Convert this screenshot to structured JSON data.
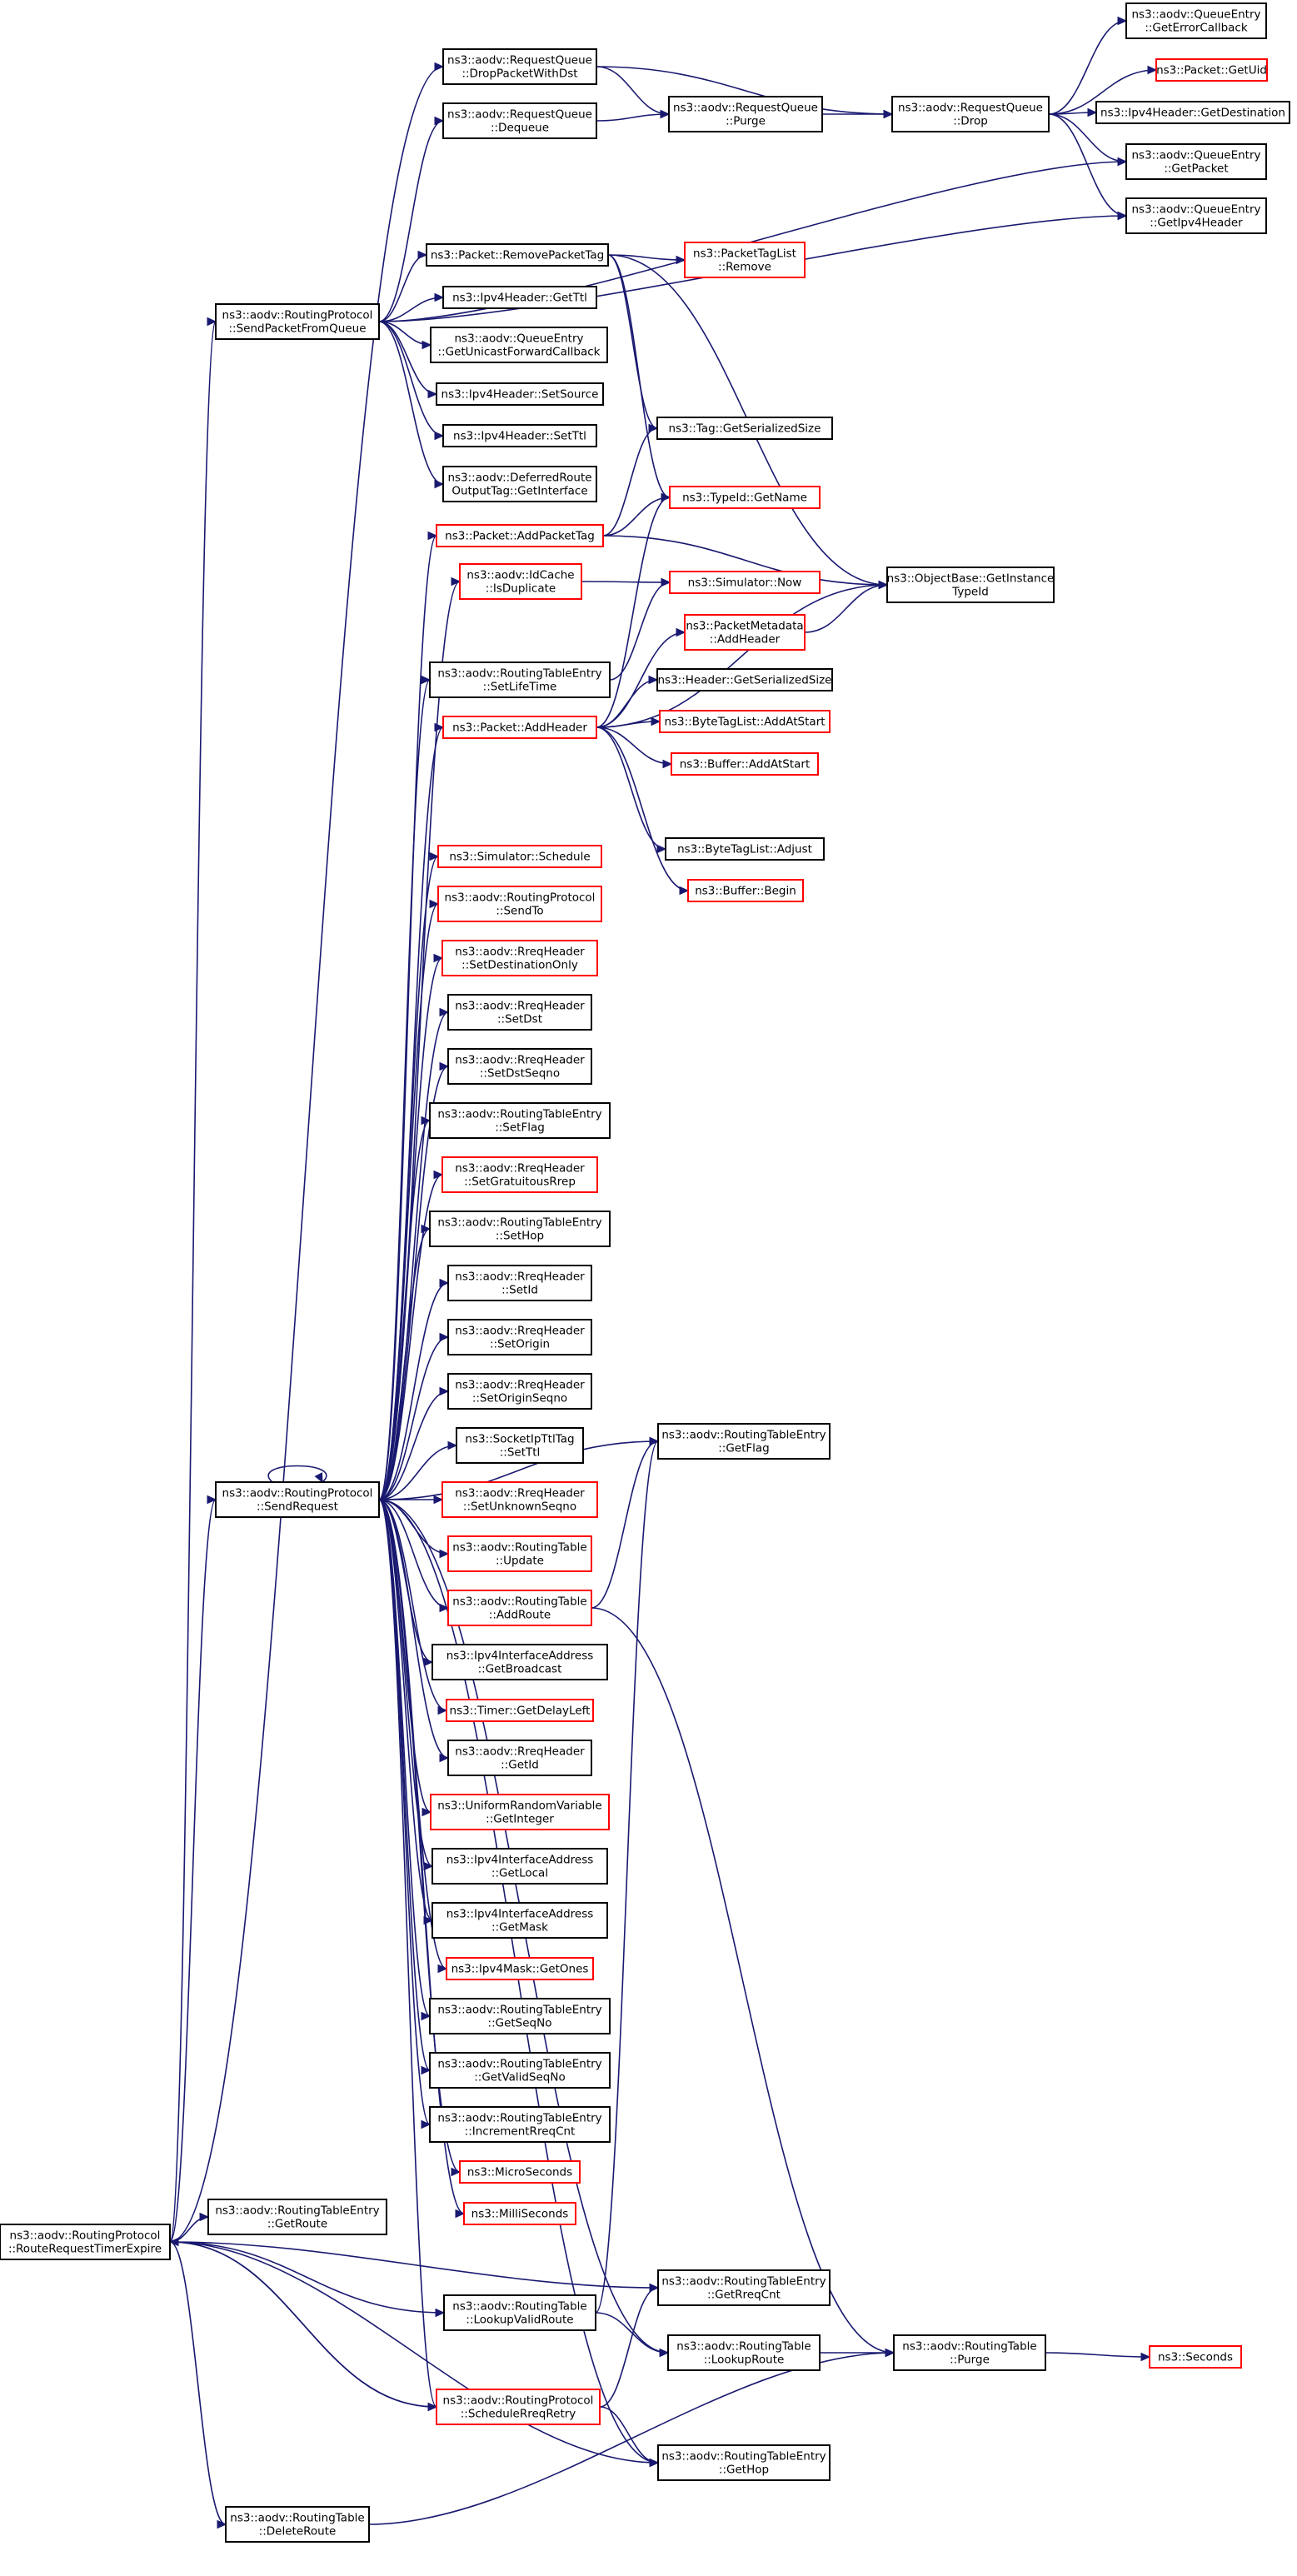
{
  "colors": {
    "edge": "#191970",
    "border_normal": "#000000",
    "border_red": "#ff0000",
    "root_fill": "#bfbfbf",
    "node_fill": "#ffffff"
  },
  "nodes": [
    {
      "id": "root",
      "lines": [
        "ns3::aodv::RoutingProtocol",
        "::RouteRequestTimerExpire"
      ],
      "style": "root"
    },
    {
      "id": "dropWithDst",
      "lines": [
        "ns3::aodv::RequestQueue",
        "::DropPacketWithDst"
      ],
      "style": "black"
    },
    {
      "id": "dequeue",
      "lines": [
        "ns3::aodv::RequestQueue",
        "::Dequeue"
      ],
      "style": "black"
    },
    {
      "id": "purgeQ",
      "lines": [
        "ns3::aodv::RequestQueue",
        "::Purge"
      ],
      "style": "black"
    },
    {
      "id": "dropQ",
      "lines": [
        "ns3::aodv::RequestQueue",
        "::Drop"
      ],
      "style": "black"
    },
    {
      "id": "getErrCb",
      "lines": [
        "ns3::aodv::QueueEntry",
        "::GetErrorCallback"
      ],
      "style": "black"
    },
    {
      "id": "getUid",
      "lines": [
        "ns3::Packet::GetUid"
      ],
      "style": "red"
    },
    {
      "id": "ipv4GetDest",
      "lines": [
        "ns3::Ipv4Header::GetDestination"
      ],
      "style": "black"
    },
    {
      "id": "qeGetPacket",
      "lines": [
        "ns3::aodv::QueueEntry",
        "::GetPacket"
      ],
      "style": "black"
    },
    {
      "id": "qeGetIpv4Hdr",
      "lines": [
        "ns3::aodv::QueueEntry",
        "::GetIpv4Header"
      ],
      "style": "black"
    },
    {
      "id": "sendFromQ",
      "lines": [
        "ns3::aodv::RoutingProtocol",
        "::SendPacketFromQueue"
      ],
      "style": "black"
    },
    {
      "id": "removeTag",
      "lines": [
        "ns3::Packet::RemovePacketTag"
      ],
      "style": "black"
    },
    {
      "id": "tagListRemove",
      "lines": [
        "ns3::PacketTagList",
        "::Remove"
      ],
      "style": "red"
    },
    {
      "id": "ipv4GetTtl",
      "lines": [
        "ns3::Ipv4Header::GetTtl"
      ],
      "style": "black"
    },
    {
      "id": "qeGetUcb",
      "lines": [
        "ns3::aodv::QueueEntry",
        "::GetUnicastForwardCallback"
      ],
      "style": "black"
    },
    {
      "id": "ipv4SetSrc",
      "lines": [
        "ns3::Ipv4Header::SetSource"
      ],
      "style": "black"
    },
    {
      "id": "ipv4SetTtl",
      "lines": [
        "ns3::Ipv4Header::SetTtl"
      ],
      "style": "black"
    },
    {
      "id": "tagGetSize",
      "lines": [
        "ns3::Tag::GetSerializedSize"
      ],
      "style": "black"
    },
    {
      "id": "deferredIf",
      "lines": [
        "ns3::aodv::DeferredRoute",
        "OutputTag::GetInterface"
      ],
      "style": "black"
    },
    {
      "id": "typeIdName",
      "lines": [
        "ns3::TypeId::GetName"
      ],
      "style": "red"
    },
    {
      "id": "addTag",
      "lines": [
        "ns3::Packet::AddPacketTag"
      ],
      "style": "red"
    },
    {
      "id": "objGetTid",
      "lines": [
        "ns3::ObjectBase::GetInstance",
        "TypeId"
      ],
      "style": "black"
    },
    {
      "id": "idCacheDup",
      "lines": [
        "ns3::aodv::IdCache",
        "::IsDuplicate"
      ],
      "style": "red"
    },
    {
      "id": "simNow",
      "lines": [
        "ns3::Simulator::Now"
      ],
      "style": "red"
    },
    {
      "id": "pmAddHdr",
      "lines": [
        "ns3::PacketMetadata",
        "::AddHeader"
      ],
      "style": "red"
    },
    {
      "id": "rteSetLife",
      "lines": [
        "ns3::aodv::RoutingTableEntry",
        "::SetLifeTime"
      ],
      "style": "black"
    },
    {
      "id": "hdrGetSize",
      "lines": [
        "ns3::Header::GetSerializedSize"
      ],
      "style": "black"
    },
    {
      "id": "addHeader",
      "lines": [
        "ns3::Packet::AddHeader"
      ],
      "style": "red"
    },
    {
      "id": "btlAddAtStart",
      "lines": [
        "ns3::ByteTagList::AddAtStart"
      ],
      "style": "red"
    },
    {
      "id": "bufAddAtStart",
      "lines": [
        "ns3::Buffer::AddAtStart"
      ],
      "style": "red"
    },
    {
      "id": "btlAdjust",
      "lines": [
        "ns3::ByteTagList::Adjust"
      ],
      "style": "black"
    },
    {
      "id": "simSchedule",
      "lines": [
        "ns3::Simulator::Schedule"
      ],
      "style": "red"
    },
    {
      "id": "bufBegin",
      "lines": [
        "ns3::Buffer::Begin"
      ],
      "style": "red"
    },
    {
      "id": "rpSendTo",
      "lines": [
        "ns3::aodv::RoutingProtocol",
        "::SendTo"
      ],
      "style": "red"
    },
    {
      "id": "rreqSetDstOnly",
      "lines": [
        "ns3::aodv::RreqHeader",
        "::SetDestinationOnly"
      ],
      "style": "red"
    },
    {
      "id": "rreqSetDst",
      "lines": [
        "ns3::aodv::RreqHeader",
        "::SetDst"
      ],
      "style": "black"
    },
    {
      "id": "rreqSetDstSeq",
      "lines": [
        "ns3::aodv::RreqHeader",
        "::SetDstSeqno"
      ],
      "style": "black"
    },
    {
      "id": "rteSetFlag",
      "lines": [
        "ns3::aodv::RoutingTableEntry",
        "::SetFlag"
      ],
      "style": "black"
    },
    {
      "id": "rreqSetGrat",
      "lines": [
        "ns3::aodv::RreqHeader",
        "::SetGratuitousRrep"
      ],
      "style": "red"
    },
    {
      "id": "rteSetHop",
      "lines": [
        "ns3::aodv::RoutingTableEntry",
        "::SetHop"
      ],
      "style": "black"
    },
    {
      "id": "rreqSetId",
      "lines": [
        "ns3::aodv::RreqHeader",
        "::SetId"
      ],
      "style": "black"
    },
    {
      "id": "rreqSetOrigin",
      "lines": [
        "ns3::aodv::RreqHeader",
        "::SetOrigin"
      ],
      "style": "black"
    },
    {
      "id": "rreqSetOrigSeq",
      "lines": [
        "ns3::aodv::RreqHeader",
        "::SetOriginSeqno"
      ],
      "style": "black"
    },
    {
      "id": "rteGetFlag",
      "lines": [
        "ns3::aodv::RoutingTableEntry",
        "::GetFlag"
      ],
      "style": "black"
    },
    {
      "id": "sockSetTtl",
      "lines": [
        "ns3::SocketIpTtlTag",
        "::SetTtl"
      ],
      "style": "black"
    },
    {
      "id": "sendRequest",
      "lines": [
        "ns3::aodv::RoutingProtocol",
        "::SendRequest"
      ],
      "style": "black"
    },
    {
      "id": "rreqSetUnk",
      "lines": [
        "ns3::aodv::RreqHeader",
        "::SetUnknownSeqno"
      ],
      "style": "red"
    },
    {
      "id": "rtUpdate",
      "lines": [
        "ns3::aodv::RoutingTable",
        "::Update"
      ],
      "style": "red"
    },
    {
      "id": "rtAddRoute",
      "lines": [
        "ns3::aodv::RoutingTable",
        "::AddRoute"
      ],
      "style": "red"
    },
    {
      "id": "ifaGetBcast",
      "lines": [
        "ns3::Ipv4InterfaceAddress",
        "::GetBroadcast"
      ],
      "style": "black"
    },
    {
      "id": "timerDelay",
      "lines": [
        "ns3::Timer::GetDelayLeft"
      ],
      "style": "red"
    },
    {
      "id": "rreqGetId",
      "lines": [
        "ns3::aodv::RreqHeader",
        "::GetId"
      ],
      "style": "black"
    },
    {
      "id": "urvGetInt",
      "lines": [
        "ns3::UniformRandomVariable",
        "::GetInteger"
      ],
      "style": "red"
    },
    {
      "id": "ifaGetLocal",
      "lines": [
        "ns3::Ipv4InterfaceAddress",
        "::GetLocal"
      ],
      "style": "black"
    },
    {
      "id": "ifaGetMask",
      "lines": [
        "ns3::Ipv4InterfaceAddress",
        "::GetMask"
      ],
      "style": "black"
    },
    {
      "id": "maskGetOnes",
      "lines": [
        "ns3::Ipv4Mask::GetOnes"
      ],
      "style": "red"
    },
    {
      "id": "rteGetSeq",
      "lines": [
        "ns3::aodv::RoutingTableEntry",
        "::GetSeqNo"
      ],
      "style": "black"
    },
    {
      "id": "rteGetValidSeq",
      "lines": [
        "ns3::aodv::RoutingTableEntry",
        "::GetValidSeqNo"
      ],
      "style": "black"
    },
    {
      "id": "rteIncRreq",
      "lines": [
        "ns3::aodv::RoutingTableEntry",
        "::IncrementRreqCnt"
      ],
      "style": "black"
    },
    {
      "id": "microSec",
      "lines": [
        "ns3::MicroSeconds"
      ],
      "style": "red"
    },
    {
      "id": "rteGetRoute",
      "lines": [
        "ns3::aodv::RoutingTableEntry",
        "::GetRoute"
      ],
      "style": "black"
    },
    {
      "id": "milliSec",
      "lines": [
        "ns3::MilliSeconds"
      ],
      "style": "red"
    },
    {
      "id": "rteGetRreqCnt",
      "lines": [
        "ns3::aodv::RoutingTableEntry",
        "::GetRreqCnt"
      ],
      "style": "black"
    },
    {
      "id": "rtLookupValid",
      "lines": [
        "ns3::aodv::RoutingTable",
        "::LookupValidRoute"
      ],
      "style": "black"
    },
    {
      "id": "rtLookupRoute",
      "lines": [
        "ns3::aodv::RoutingTable",
        "::LookupRoute"
      ],
      "style": "black"
    },
    {
      "id": "rtPurge",
      "lines": [
        "ns3::aodv::RoutingTable",
        "::Purge"
      ],
      "style": "black"
    },
    {
      "id": "seconds",
      "lines": [
        "ns3::Seconds"
      ],
      "style": "red"
    },
    {
      "id": "schedRetry",
      "lines": [
        "ns3::aodv::RoutingProtocol",
        "::ScheduleRreqRetry"
      ],
      "style": "red"
    },
    {
      "id": "rteGetHop",
      "lines": [
        "ns3::aodv::RoutingTableEntry",
        "::GetHop"
      ],
      "style": "black"
    },
    {
      "id": "rtDeleteRoute",
      "lines": [
        "ns3::aodv::RoutingTable",
        "::DeleteRoute"
      ],
      "style": "black"
    }
  ],
  "edges": [
    [
      "root",
      "dropWithDst"
    ],
    [
      "root",
      "sendFromQ"
    ],
    [
      "root",
      "sendRequest"
    ],
    [
      "root",
      "rteGetRoute"
    ],
    [
      "root",
      "rteGetRreqCnt"
    ],
    [
      "root",
      "rtLookupValid"
    ],
    [
      "root",
      "schedRetry"
    ],
    [
      "root",
      "rteGetHop"
    ],
    [
      "root",
      "rtDeleteRoute"
    ],
    [
      "dropWithDst",
      "dropQ"
    ],
    [
      "dropWithDst",
      "purgeQ"
    ],
    [
      "dequeue",
      "purgeQ"
    ],
    [
      "purgeQ",
      "dropQ"
    ],
    [
      "dropQ",
      "getErrCb"
    ],
    [
      "dropQ",
      "getUid"
    ],
    [
      "dropQ",
      "ipv4GetDest"
    ],
    [
      "dropQ",
      "qeGetPacket"
    ],
    [
      "dropQ",
      "qeGetIpv4Hdr"
    ],
    [
      "sendFromQ",
      "dequeue"
    ],
    [
      "sendFromQ",
      "qeGetPacket"
    ],
    [
      "sendFromQ",
      "qeGetIpv4Hdr"
    ],
    [
      "sendFromQ",
      "removeTag"
    ],
    [
      "sendFromQ",
      "ipv4GetTtl"
    ],
    [
      "sendFromQ",
      "qeGetUcb"
    ],
    [
      "sendFromQ",
      "ipv4SetSrc"
    ],
    [
      "sendFromQ",
      "ipv4SetTtl"
    ],
    [
      "sendFromQ",
      "deferredIf"
    ],
    [
      "removeTag",
      "tagListRemove"
    ],
    [
      "removeTag",
      "tagGetSize"
    ],
    [
      "removeTag",
      "typeIdName"
    ],
    [
      "removeTag",
      "objGetTid"
    ],
    [
      "addTag",
      "tagGetSize"
    ],
    [
      "addTag",
      "typeIdName"
    ],
    [
      "addTag",
      "objGetTid"
    ],
    [
      "idCacheDup",
      "simNow"
    ],
    [
      "rteSetLife",
      "simNow"
    ],
    [
      "addHeader",
      "pmAddHdr"
    ],
    [
      "addHeader",
      "hdrGetSize"
    ],
    [
      "addHeader",
      "btlAddAtStart"
    ],
    [
      "addHeader",
      "bufAddAtStart"
    ],
    [
      "addHeader",
      "btlAdjust"
    ],
    [
      "addHeader",
      "bufBegin"
    ],
    [
      "addHeader",
      "typeIdName"
    ],
    [
      "addHeader",
      "objGetTid"
    ],
    [
      "pmAddHdr",
      "objGetTid"
    ],
    [
      "sendRequest",
      "addTag"
    ],
    [
      "sendRequest",
      "idCacheDup"
    ],
    [
      "sendRequest",
      "rteSetLife"
    ],
    [
      "sendRequest",
      "addHeader"
    ],
    [
      "sendRequest",
      "simSchedule"
    ],
    [
      "sendRequest",
      "rpSendTo"
    ],
    [
      "sendRequest",
      "rreqSetDstOnly"
    ],
    [
      "sendRequest",
      "rreqSetDst"
    ],
    [
      "sendRequest",
      "rreqSetDstSeq"
    ],
    [
      "sendRequest",
      "rteSetFlag"
    ],
    [
      "sendRequest",
      "rreqSetGrat"
    ],
    [
      "sendRequest",
      "rteSetHop"
    ],
    [
      "sendRequest",
      "rreqSetId"
    ],
    [
      "sendRequest",
      "rreqSetOrigin"
    ],
    [
      "sendRequest",
      "rreqSetOrigSeq"
    ],
    [
      "sendRequest",
      "sockSetTtl"
    ],
    [
      "sendRequest",
      "rreqSetUnk"
    ],
    [
      "sendRequest",
      "rtUpdate"
    ],
    [
      "sendRequest",
      "rtAddRoute"
    ],
    [
      "sendRequest",
      "ifaGetBcast"
    ],
    [
      "sendRequest",
      "timerDelay"
    ],
    [
      "sendRequest",
      "rreqGetId"
    ],
    [
      "sendRequest",
      "urvGetInt"
    ],
    [
      "sendRequest",
      "ifaGetLocal"
    ],
    [
      "sendRequest",
      "ifaGetMask"
    ],
    [
      "sendRequest",
      "maskGetOnes"
    ],
    [
      "sendRequest",
      "rteGetSeq"
    ],
    [
      "sendRequest",
      "rteGetValidSeq"
    ],
    [
      "sendRequest",
      "rteIncRreq"
    ],
    [
      "sendRequest",
      "microSec"
    ],
    [
      "sendRequest",
      "milliSec"
    ],
    [
      "sendRequest",
      "rteGetFlag"
    ],
    [
      "sendRequest",
      "rteGetHop"
    ],
    [
      "sendRequest",
      "rtLookupRoute"
    ],
    [
      "sendRequest",
      "schedRetry"
    ],
    [
      "sendRequest",
      "sendRequest"
    ],
    [
      "rtAddRoute",
      "rteGetFlag"
    ],
    [
      "rtAddRoute",
      "rtPurge"
    ],
    [
      "rtLookupValid",
      "rteGetFlag"
    ],
    [
      "rtLookupValid",
      "rtLookupRoute"
    ],
    [
      "rtLookupRoute",
      "rtPurge"
    ],
    [
      "rtPurge",
      "seconds"
    ],
    [
      "schedRetry",
      "rteGetRreqCnt"
    ],
    [
      "schedRetry",
      "rteGetHop"
    ],
    [
      "schedRetry",
      "root"
    ],
    [
      "rtDeleteRoute",
      "rtPurge"
    ]
  ]
}
